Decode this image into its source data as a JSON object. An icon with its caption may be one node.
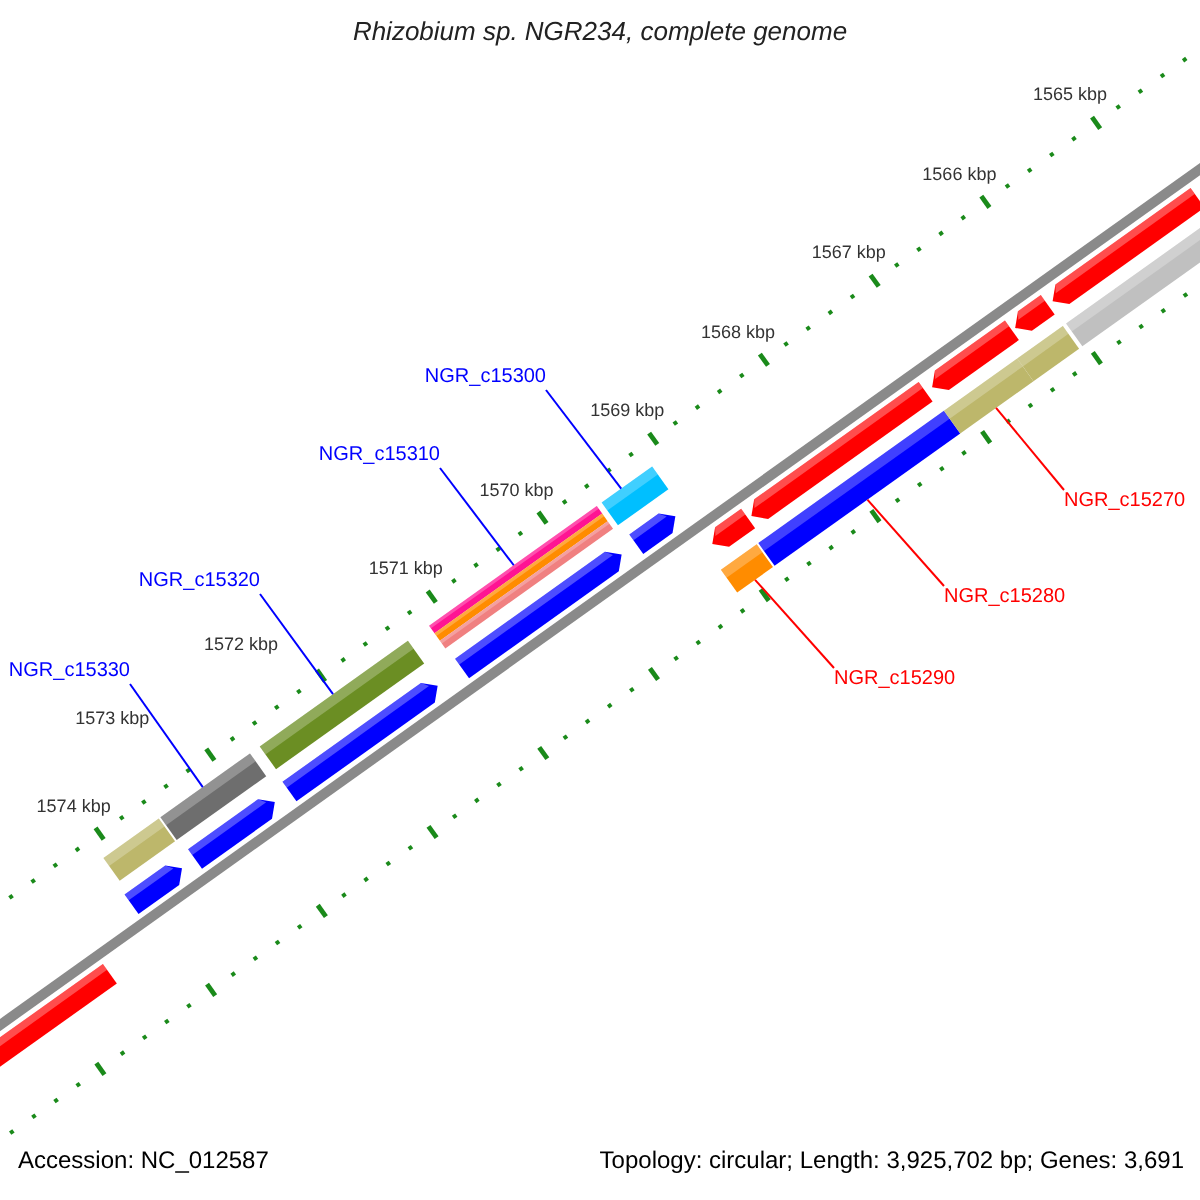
{
  "diagram": {
    "title": "Rhizobium sp. NGR234, complete genome",
    "nodes": [
      {
        "text": [
          "NGR_c15300"
        ]
      },
      {
        "text": [
          "NGR_c15310"
        ]
      },
      {
        "text": [
          "NGR_c15270"
        ]
      },
      {
        "text": [
          "NGR_c15320"
        ]
      },
      {
        "text": [
          "NGR_c15280"
        ]
      },
      {
        "text": [
          "NGR_c15330"
        ]
      },
      {
        "text": [
          "NGR_c15290"
        ]
      },
      {
        "text": [],
        "shape": "bar"
      },
      {
        "text": [],
        "shape": "bar"
      },
      {
        "text": [],
        "shape": "bar"
      },
      {
        "text": [],
        "shape": "bar"
      },
      {
        "text": [],
        "shape": "bar"
      },
      {
        "text": [],
        "shape": "bar"
      },
      {
        "text": [],
        "shape": "bar"
      }
    ],
    "edges": [
      {
        "from": 0,
        "to": 10,
        "arrow": "none"
      },
      {
        "from": 1,
        "to": 9,
        "arrow": "none"
      },
      {
        "from": 2,
        "to": 13,
        "arrow": "none",
        "color": "#ff0000"
      },
      {
        "from": 3,
        "to": 8,
        "arrow": "none"
      },
      {
        "from": 4,
        "to": 12,
        "arrow": "none",
        "color": "#ff0000"
      },
      {
        "from": 5,
        "to": 7,
        "arrow": "none"
      },
      {
        "from": 6,
        "to": 11,
        "arrow": "none",
        "color": "#ff0000"
      }
    ],
    "labels": [
      "1565 kbp",
      "1566 kbp",
      "1567 kbp",
      "1568 kbp",
      "1569 kbp",
      "1570 kbp",
      "1571 kbp",
      "1572 kbp",
      "1573 kbp",
      "1574 kbp",
      "Accession: NC_012587",
      "Topology: circular; Length: 3,925,702 bp; Genes: 3,691"
    ]
  }
}
